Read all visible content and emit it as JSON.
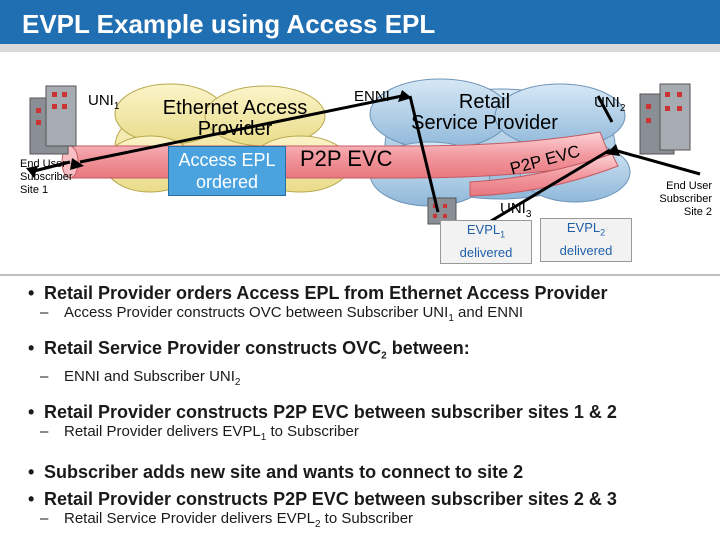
{
  "title": "EVPL Example using Access EPL",
  "diagram": {
    "uni1": "UNI",
    "uni1_sub": "1",
    "uni2": "UNI",
    "uni2_sub": "2",
    "uni3": "UNI",
    "uni3_sub": "3",
    "enni": "ENNI",
    "access_provider_l1": "Ethernet Access",
    "access_provider_l2": "Provider",
    "retail_l1": "Retail",
    "retail_l2": "Service Provider",
    "access_epl_l1": "Access EPL",
    "access_epl_l2": "ordered",
    "p2p_evc_main": "P2P EVC",
    "p2p_evc_side": "P2P EVC",
    "site1_l1": "End User",
    "site1_l2": "Subscriber",
    "site1_l3": "Site 1",
    "site2_l1": "End User",
    "site2_l2": "Subscriber",
    "site2_l3": "Site 2",
    "evpl1": "EVPL",
    "evpl1_sub": "1",
    "evpl1_status": "delivered",
    "evpl2": "EVPL",
    "evpl2_sub": "2",
    "evpl2_status": "delivered"
  },
  "bullets": {
    "b1": "Retail Provider orders Access EPL from Ethernet Access Provider",
    "b1a_pre": "Access Provider constructs OVC between Subscriber UNI",
    "b1a_sub": "1",
    "b1a_post": " and ENNI",
    "b2_pre": "Retail Service Provider constructs OVC",
    "b2_sub": "2",
    "b2_post": " between:",
    "b2a_pre": "ENNI and Subscriber UNI",
    "b2a_sub": "2",
    "b3": "Retail Provider constructs P2P EVC between subscriber sites 1 & 2",
    "b3a_pre": "Retail Provider delivers EVPL",
    "b3a_sub": "1",
    "b3a_post": " to Subscriber",
    "b4": "Subscriber adds new site and wants to connect to site 2",
    "b5": "Retail Provider constructs P2P EVC between subscriber sites 2 & 3",
    "b5a_pre": "Retail Service Provider delivers EVPL",
    "b5a_sub": "2",
    "b5a_post": " to Subscriber",
    "dash": "–"
  },
  "colors": {
    "title_bar": "#1f6fb2",
    "access_cloud": "#f3e9a6",
    "retail_cloud": "#aecde6",
    "pipe": "#f4a3a8",
    "access_box": "#4aa3df",
    "evpl_text": "#1f5fa8"
  }
}
